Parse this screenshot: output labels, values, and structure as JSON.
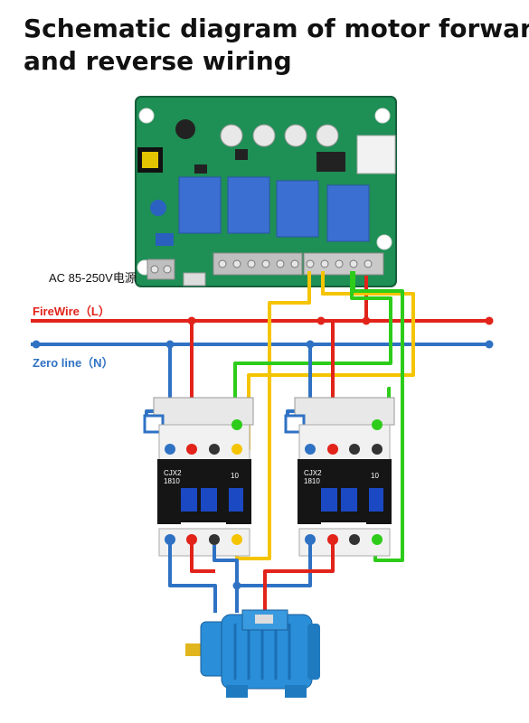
{
  "title": {
    "line1": "Schematic diagram of motor forward",
    "line2": "and reverse wiring"
  },
  "labels": {
    "power": "AC 85-250V电源",
    "fire": "FireWire（L）",
    "zero": "Zero line（N）"
  },
  "contactor": {
    "model_line1": "CJX2",
    "model_line2": "1810",
    "rating": "10"
  },
  "colors": {
    "live": "#e2231a",
    "neutral": "#2f72c4",
    "yellow_wire": "#f5c400",
    "green_wire": "#2ecc1a",
    "pcb": "#1e8f55",
    "relay": "#3b6fd1",
    "motor": "#2a8ed8"
  },
  "icons": {
    "module": "relay-module-board",
    "contactor": "ac-contactor",
    "motor": "electric-motor"
  }
}
